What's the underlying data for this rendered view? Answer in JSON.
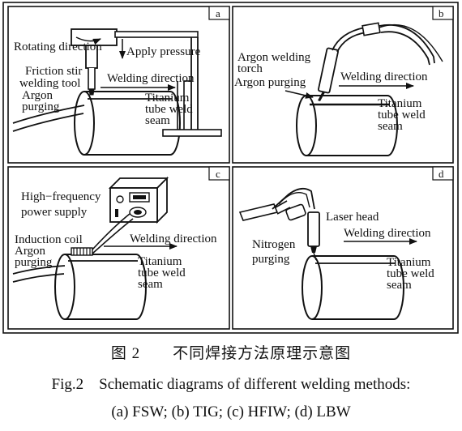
{
  "panels": {
    "a": {
      "letter": "a",
      "rotating_direction": "Rotating direction",
      "apply_pressure": "Apply pressure",
      "friction_stir_1": "Friction stir",
      "friction_stir_2": "welding tool",
      "argon_purging_1": "Argon",
      "argon_purging_2": "purging",
      "welding_direction": "Welding direction",
      "seam_1": "Titanium",
      "seam_2": "tube weld",
      "seam_3": "seam"
    },
    "b": {
      "letter": "b",
      "torch_1": "Argon welding",
      "torch_2": "torch",
      "argon_purging": "Argon purging",
      "welding_direction": "Welding direction",
      "seam_1": "Titanium",
      "seam_2": "tube weld",
      "seam_3": "seam"
    },
    "c": {
      "letter": "c",
      "power_1": "High−frequency",
      "power_2": "power supply",
      "induction_coil": "Induction coil",
      "argon_purging_1": "Argon",
      "argon_purging_2": "purging",
      "welding_direction": "Welding direction",
      "seam_1": "Titanium",
      "seam_2": "tube weld",
      "seam_3": "seam"
    },
    "d": {
      "letter": "d",
      "laser_head": "Laser head",
      "nitrogen_1": "Nitrogen",
      "nitrogen_2": "purging",
      "welding_direction": "Welding direction",
      "seam_1": "Titanium",
      "seam_2": "tube weld",
      "seam_3": "seam"
    }
  },
  "caption": {
    "zh": "图 2　　不同焊接方法原理示意图",
    "en_line1": "Fig.2　Schematic diagrams of different welding methods:",
    "en_line2": "(a) FSW; (b) TIG; (c) HFIW; (d) LBW"
  }
}
